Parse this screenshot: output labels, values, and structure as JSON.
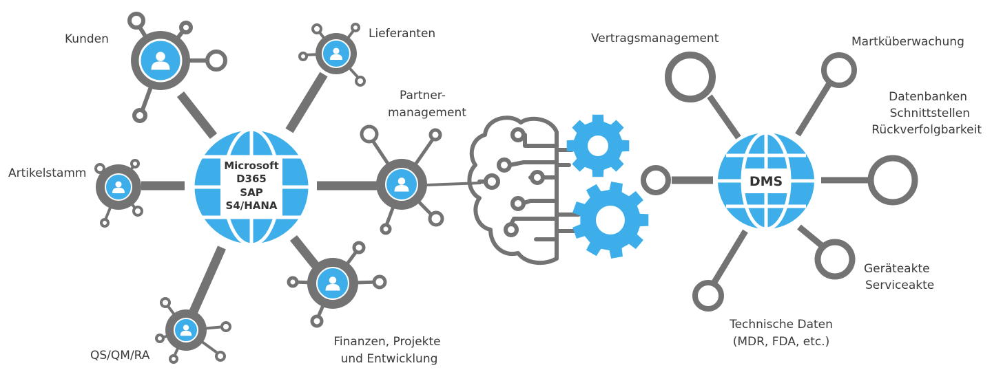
{
  "colors": {
    "gray": "#737373",
    "blue": "#3daee9",
    "white": "#ffffff",
    "text": "#3a3a3a"
  },
  "erp": {
    "label_lines": [
      "Microsoft",
      "D365",
      "SAP",
      "S4/HANA"
    ],
    "icon": "globe-icon"
  },
  "dms": {
    "label": "DMS",
    "icon": "globe-icon"
  },
  "nodes": {
    "kunden": "Kunden",
    "lieferanten": "Lieferanten",
    "artikelstamm": "Artikelstamm",
    "qs": "QS/QM/RA",
    "partner": [
      "Partner-",
      "management"
    ],
    "finanzen": [
      "Finanzen, Projekte",
      "und Entwicklung"
    ]
  },
  "dms_nodes": {
    "vertrag": "Vertragsmanagement",
    "markt": "Martküberwachung",
    "datenbanken": [
      "Datenbanken",
      "Schnittstellen",
      "Rückverfolgbarkeit"
    ],
    "geraete": [
      "Geräteakte",
      "Serviceakte"
    ],
    "technisch": [
      "Technische Daten",
      "(MDR, FDA, etc.)"
    ]
  },
  "icons": {
    "person": "person-icon",
    "brain": "brain-circuit-icon",
    "gear": "gear-icon"
  }
}
